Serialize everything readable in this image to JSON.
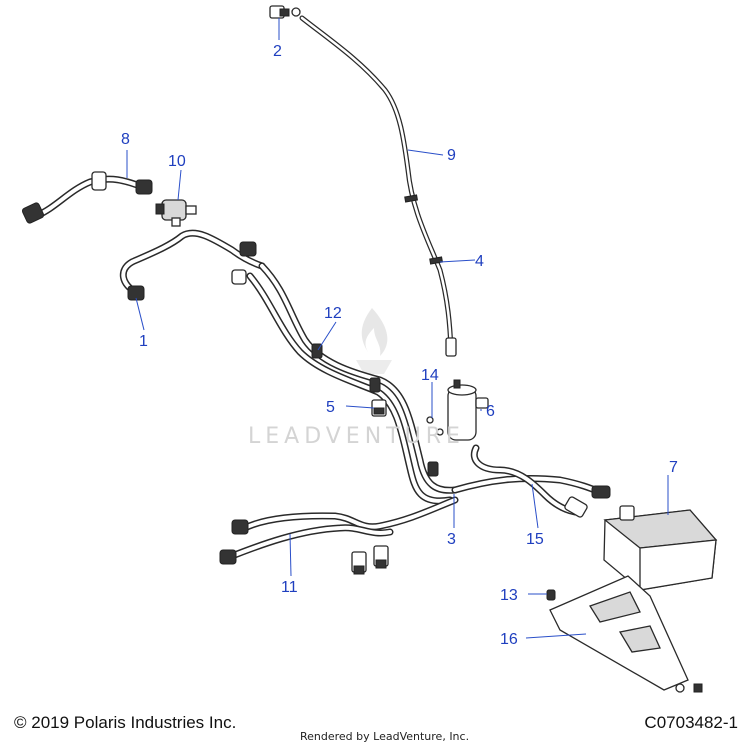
{
  "callouts": [
    {
      "id": "1",
      "label": "1"
    },
    {
      "id": "2",
      "label": "2"
    },
    {
      "id": "3",
      "label": "3"
    },
    {
      "id": "4",
      "label": "4"
    },
    {
      "id": "5",
      "label": "5"
    },
    {
      "id": "6",
      "label": "6"
    },
    {
      "id": "7",
      "label": "7"
    },
    {
      "id": "8",
      "label": "8"
    },
    {
      "id": "9",
      "label": "9"
    },
    {
      "id": "10",
      "label": "10"
    },
    {
      "id": "11",
      "label": "11"
    },
    {
      "id": "12",
      "label": "12"
    },
    {
      "id": "13",
      "label": "13"
    },
    {
      "id": "14",
      "label": "14"
    },
    {
      "id": "15",
      "label": "15"
    },
    {
      "id": "16",
      "label": "16"
    }
  ],
  "footer": {
    "copyright": "© 2019 Polaris Industries Inc.",
    "rendered_by": "Rendered by LeadVenture, Inc.",
    "drawing_number": "C0703482-1"
  },
  "watermark": {
    "text": "LEADVENTURE"
  },
  "colors": {
    "callout": "#1f3fbf",
    "line_art": "#2a2a2a",
    "watermark": "#d4d4d4"
  }
}
